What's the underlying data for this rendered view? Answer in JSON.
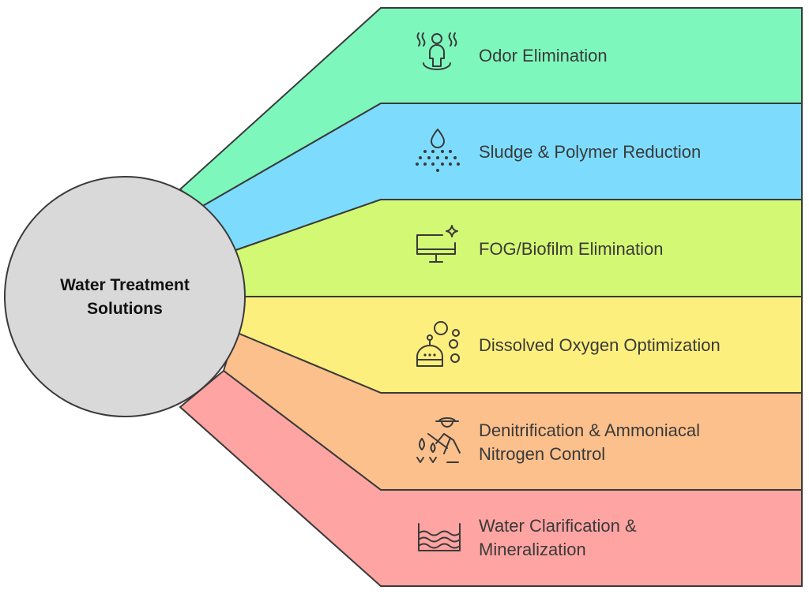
{
  "hub": {
    "title_line1": "Water Treatment",
    "title_line2": "Solutions",
    "fill": "#d9d9d9"
  },
  "bands": [
    {
      "label_line1": "Odor Elimination",
      "label_line2": "",
      "color": "#7ef7bd",
      "icon": "person-odor-icon"
    },
    {
      "label_line1": "Sludge & Polymer Reduction",
      "label_line2": "",
      "color": "#7ddcfd",
      "icon": "water-drop-dispersion-icon"
    },
    {
      "label_line1": "FOG/Biofilm Elimination",
      "label_line2": "",
      "color": "#d3f874",
      "icon": "sparkling-monitor-icon"
    },
    {
      "label_line1": "Dissolved Oxygen Optimization",
      "label_line2": "",
      "color": "#fdef7d",
      "icon": "diver-bubbles-icon"
    },
    {
      "label_line1": "Denitrification & Ammoniacal",
      "label_line2": "Nitrogen Control",
      "color": "#fcc08c",
      "icon": "farmer-plants-icon"
    },
    {
      "label_line1": "Water Clarification &",
      "label_line2": "Mineralization",
      "color": "#fea4a2",
      "icon": "water-waves-icon"
    }
  ],
  "stroke_color": "#3a3a3a"
}
